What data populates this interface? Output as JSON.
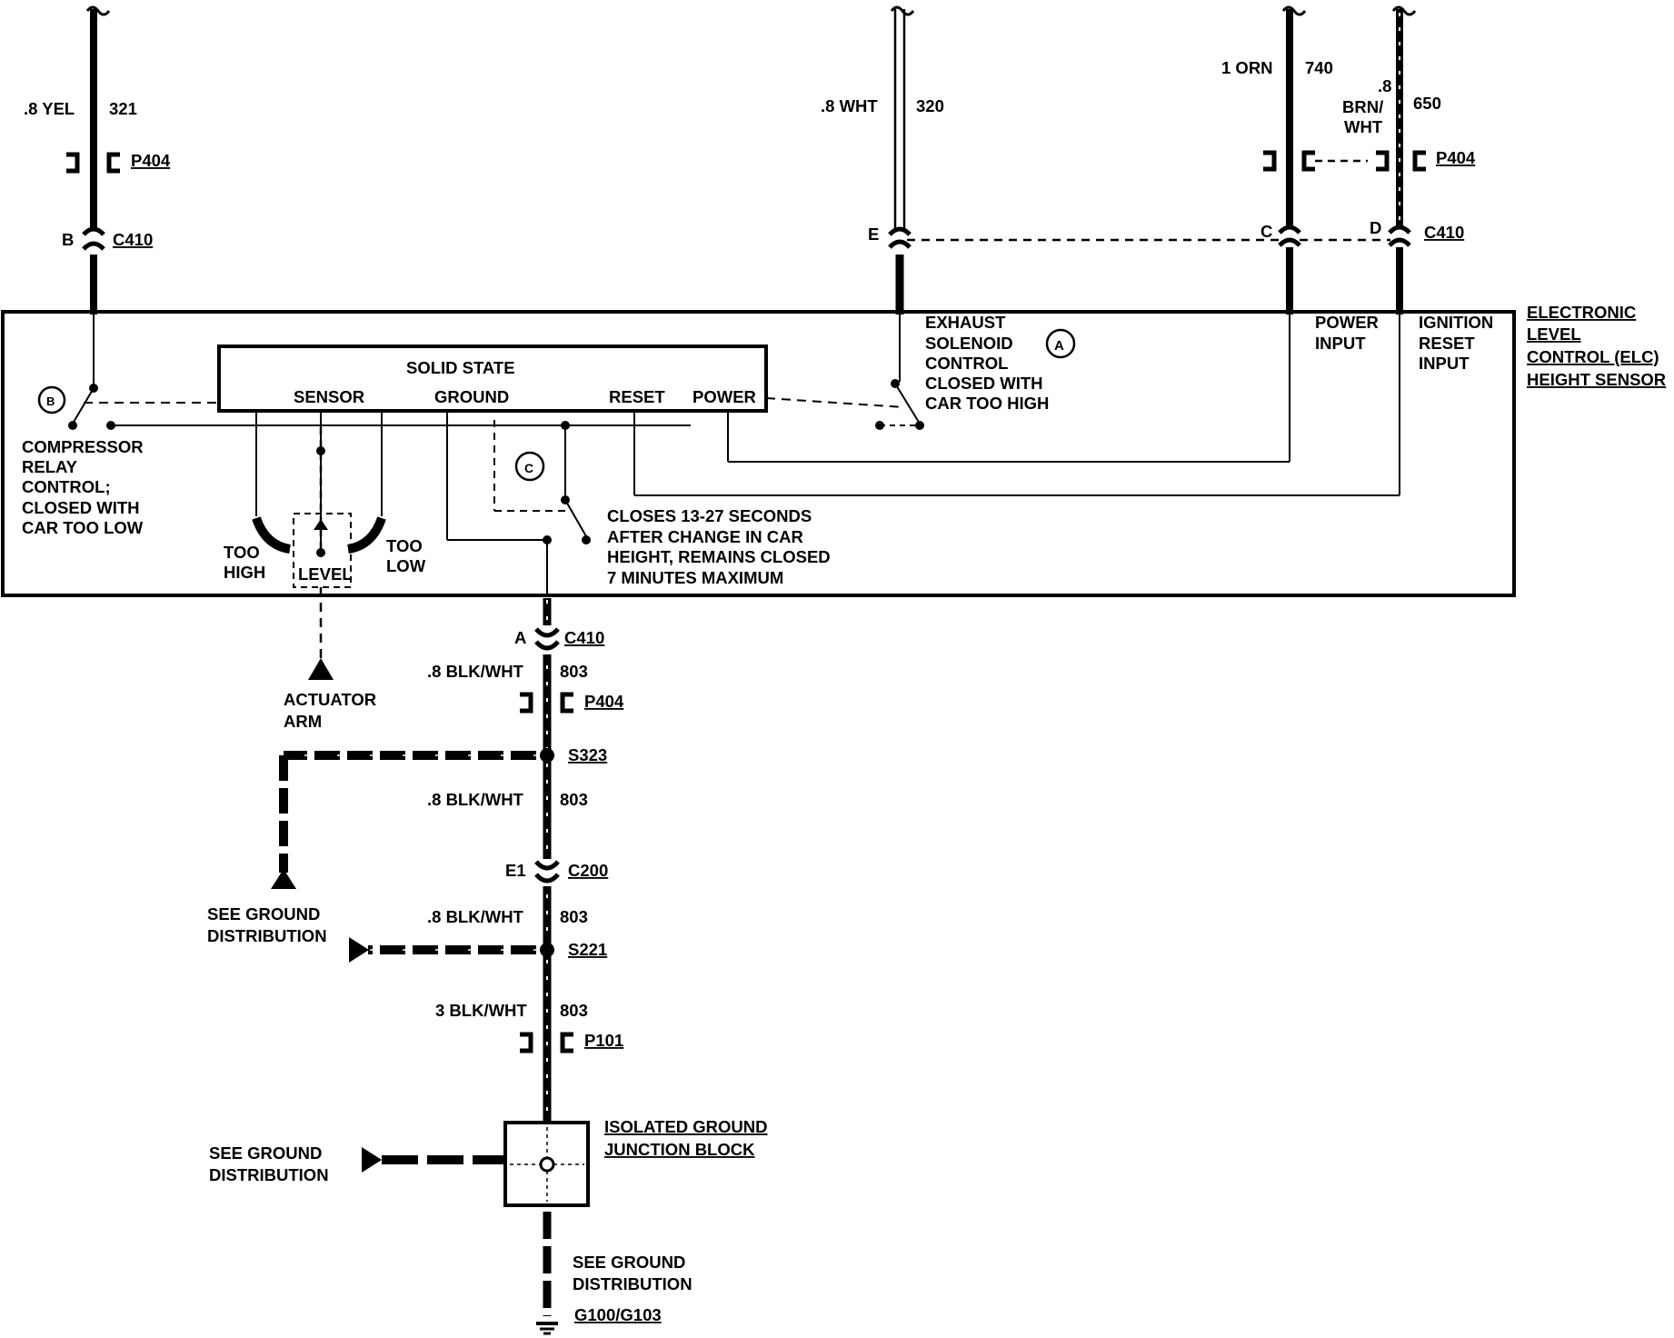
{
  "wires_top": {
    "yel": {
      "gauge_color": ".8 YEL",
      "circuit": "321",
      "pin": "B"
    },
    "wht": {
      "gauge_color": ".8 WHT",
      "circuit": "320",
      "pin": "E"
    },
    "orn": {
      "gauge_color": "1 ORN",
      "circuit": "740",
      "pin": "C"
    },
    "brn": {
      "gauge_line1": ".8",
      "gauge_line2": "BRN/",
      "gauge_line3": "WHT",
      "circuit": "650",
      "pin": "D"
    }
  },
  "connectors": {
    "p404": "P404",
    "c410": "C410",
    "c200": "C200",
    "p101": "P101"
  },
  "splices": {
    "s323": "S323",
    "s221": "S221"
  },
  "module": {
    "title_lines": [
      "ELECTRONIC",
      "LEVEL",
      "CONTROL (ELC)",
      "HEIGHT SENSOR"
    ],
    "solid_state": "SOLID STATE",
    "pins": {
      "sensor": "SENSOR",
      "ground": "GROUND",
      "reset": "RESET",
      "power": "POWER"
    },
    "exhaust_lines": [
      "EXHAUST",
      "SOLENOID",
      "CONTROL",
      "CLOSED WITH",
      "CAR TOO HIGH"
    ],
    "power_input_lines": [
      "POWER",
      "INPUT"
    ],
    "ignition_lines": [
      "IGNITION",
      "RESET",
      "INPUT"
    ],
    "compressor_lines": [
      "COMPRESSOR",
      "RELAY",
      "CONTROL;",
      "CLOSED WITH",
      "CAR TOO LOW"
    ],
    "closes_lines": [
      "CLOSES 13-27 SECONDS",
      "AFTER CHANGE IN CAR",
      "HEIGHT, REMAINS CLOSED",
      "7 MINUTES MAXIMUM"
    ],
    "too_high_lines": [
      "TOO",
      "HIGH"
    ],
    "too_low_lines": [
      "TOO",
      "LOW"
    ],
    "level": "LEVEL",
    "marker_a": "A",
    "marker_b": "B",
    "marker_c": "C"
  },
  "actuator_lines": [
    "ACTUATOR",
    "ARM"
  ],
  "ground_path": {
    "pin_a": "A",
    "pin_e1": "E1",
    "seg1": {
      "gauge_color": ".8 BLK/WHT",
      "circuit": "803"
    },
    "seg2": {
      "gauge_color": ".8 BLK/WHT",
      "circuit": "803"
    },
    "seg3": {
      "gauge_color": ".8 BLK/WHT",
      "circuit": "803"
    },
    "seg4": {
      "gauge_color": "3 BLK/WHT",
      "circuit": "803"
    }
  },
  "see_ground_lines": [
    "SEE GROUND",
    "DISTRIBUTION"
  ],
  "junction_block_lines": [
    "ISOLATED GROUND",
    "JUNCTION BLOCK"
  ],
  "ground_label": "G100/G103"
}
